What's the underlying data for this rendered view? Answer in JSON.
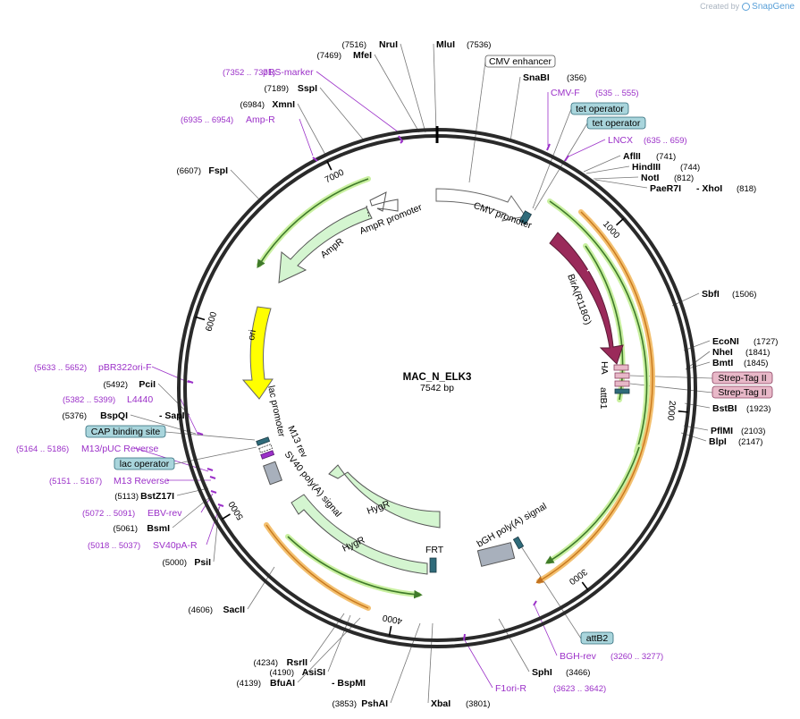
{
  "credit": {
    "text": "Created by",
    "brand": "SnapGene"
  },
  "plasmid": {
    "name": "MAC_N_ELK3",
    "size_label": "7542 bp",
    "length": 7542
  },
  "colors": {
    "ring": "#2a2a2a",
    "primer": "#9b30c8",
    "orf_green": "#d4f5d0",
    "orf_green_edge": "#4a9a3a",
    "orange_arc": "#f5b050",
    "bira": "#9a2a5a",
    "ori": "#ffff00",
    "misc_box": "#a8b0bc",
    "tag_pink": "#e8b8c8",
    "label_box": "#a9d5dc"
  },
  "ticks": [
    "1000",
    "2000",
    "3000",
    "4000",
    "5000",
    "6000",
    "7000"
  ],
  "sites": [
    {
      "name": "NruI",
      "coord": "(7516)"
    },
    {
      "name": "MluI",
      "coord": "(7536)"
    },
    {
      "name": "MfeI",
      "coord": "(7469)"
    },
    {
      "name": "SnaBI",
      "coord": "(356)"
    },
    {
      "name": "SspI",
      "coord": "(7189)"
    },
    {
      "name": "XmnI",
      "coord": "(6984)"
    },
    {
      "name": "AflII",
      "coord": "(741)"
    },
    {
      "name": "HindIII",
      "coord": "(744)"
    },
    {
      "name": "NotI",
      "coord": "(812)"
    },
    {
      "name": "PaeR7I",
      "coord": "(818)",
      "name2": "- XhoI"
    },
    {
      "name": "FspI",
      "coord": "(6607)"
    },
    {
      "name": "SbfI",
      "coord": "(1506)"
    },
    {
      "name": "EcoNI",
      "coord": "(1727)"
    },
    {
      "name": "NheI",
      "coord": "(1841)"
    },
    {
      "name": "BmtI",
      "coord": "(1845)"
    },
    {
      "name": "BstBI",
      "coord": "(1923)"
    },
    {
      "name": "PflMI",
      "coord": "(2103)"
    },
    {
      "name": "BlpI",
      "coord": "(2147)"
    },
    {
      "name": "PciI",
      "coord": "(5492)"
    },
    {
      "name": "BspQI",
      "coord": "(5376)",
      "name2": "- SapI"
    },
    {
      "name": "BstZ17I",
      "coord": "(5113)"
    },
    {
      "name": "BsmI",
      "coord": "(5061)"
    },
    {
      "name": "PsiI",
      "coord": "(5000)"
    },
    {
      "name": "SacII",
      "coord": "(4606)"
    },
    {
      "name": "RsrII",
      "coord": "(4234)"
    },
    {
      "name": "AsiSI",
      "coord": "(4190)"
    },
    {
      "name": "BfuAI",
      "coord": "(4139)",
      "name2": "- BspMI"
    },
    {
      "name": "PshAI",
      "coord": "(3853)"
    },
    {
      "name": "XbaI",
      "coord": "(3801)"
    },
    {
      "name": "SphI",
      "coord": "(3466)"
    }
  ],
  "primers": [
    {
      "name": "pRS-marker",
      "coord": "(7352 .. 7371)"
    },
    {
      "name": "Amp-R",
      "coord": "(6935 .. 6954)"
    },
    {
      "name": "CMV-F",
      "coord": "(535 .. 555)"
    },
    {
      "name": "LNCX",
      "coord": "(635 .. 659)"
    },
    {
      "name": "pBR322ori-F",
      "coord": "(5633 .. 5652)"
    },
    {
      "name": "L4440",
      "coord": "(5382 .. 5399)"
    },
    {
      "name": "M13/pUC Reverse",
      "coord": "(5164 .. 5186)"
    },
    {
      "name": "M13 Reverse",
      "coord": "(5151 .. 5167)"
    },
    {
      "name": "EBV-rev",
      "coord": "(5072 .. 5091)"
    },
    {
      "name": "SV40pA-R",
      "coord": "(5018 .. 5037)"
    },
    {
      "name": "BGH-rev",
      "coord": "(3260 .. 3277)"
    },
    {
      "name": "F1ori-R",
      "coord": "(3623 .. 3642)"
    }
  ],
  "boxes": [
    {
      "name": "CMV enhancer",
      "style": "plain"
    },
    {
      "name": "tet operator",
      "style": "cyan"
    },
    {
      "name": "tet operator",
      "style": "cyan"
    },
    {
      "name": "Strep-Tag II",
      "style": "pink"
    },
    {
      "name": "Strep-Tag II",
      "style": "pink"
    },
    {
      "name": "CAP binding site",
      "style": "cyan"
    },
    {
      "name": "lac operator",
      "style": "cyan"
    },
    {
      "name": "attB2",
      "style": "cyan"
    }
  ],
  "features": {
    "cmv_promoter": "CMV promoter",
    "bira": "BirA(R118G)",
    "ha": "HA",
    "attb1": "attB1",
    "ampr": "AmpR",
    "ampr_promoter": "AmpR promoter",
    "ori": "ori",
    "lac_promoter": "lac promoter",
    "m13_rev": "M13 rev",
    "sv40": "SV40 poly(A) signal",
    "hygr1": "HygR",
    "hygr2": "HygR",
    "frt": "FRT",
    "bgh": "bGH poly(A) signal"
  }
}
